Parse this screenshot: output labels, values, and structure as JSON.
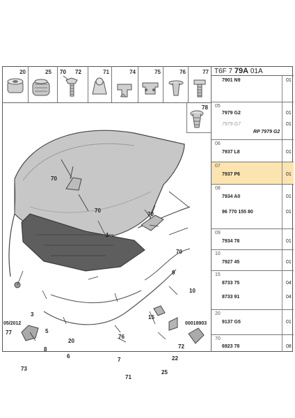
{
  "header": {
    "code_prefix": "T6F 7",
    "code_bold": "79A",
    "code_suffix": "01A"
  },
  "icon_strip": [
    "20",
    "25",
    "70",
    "72",
    "71",
    "74",
    "75",
    "76",
    "77"
  ],
  "extra_part": "78",
  "callouts": [
    "70",
    "70",
    "70",
    "70",
    "1",
    "3",
    "5",
    "6",
    "7",
    "8",
    "9",
    "10",
    "15",
    "20",
    "22",
    "25",
    "71",
    "72",
    "73",
    "76",
    "77"
  ],
  "parts_list": [
    {
      "group": "",
      "ref": "7901 N9",
      "qty": "01",
      "style": "cut"
    },
    {
      "group": "05",
      "ref": "7979 G2",
      "qty": "01"
    },
    {
      "group": "",
      "ref": "7979 G7",
      "qty": "01",
      "style": "grey"
    },
    {
      "group": "",
      "ref": "RP 7979 G2",
      "qty": "",
      "style": "rp"
    },
    {
      "group": "06",
      "ref": "7937 L8",
      "qty": "01"
    },
    {
      "group": "07",
      "ref": "7937 P6",
      "qty": "01",
      "style": "highlight"
    },
    {
      "group": "08",
      "ref": "7934 A0",
      "qty": "01"
    },
    {
      "group": "",
      "ref": "96 770 155 80",
      "qty": "01"
    },
    {
      "group": "09",
      "ref": "7934 78",
      "qty": "01"
    },
    {
      "group": "10",
      "ref": "7927 45",
      "qty": "01"
    },
    {
      "group": "15",
      "ref": "8733 75",
      "qty": "04"
    },
    {
      "group": "",
      "ref": "8733 91",
      "qty": "04"
    },
    {
      "group": "20",
      "ref": "9137 G5",
      "qty": "01"
    },
    {
      "group": "70",
      "ref": "6923 78",
      "qty": "08"
    }
  ],
  "footer": {
    "date": "05/2012",
    "code": "00018903"
  }
}
